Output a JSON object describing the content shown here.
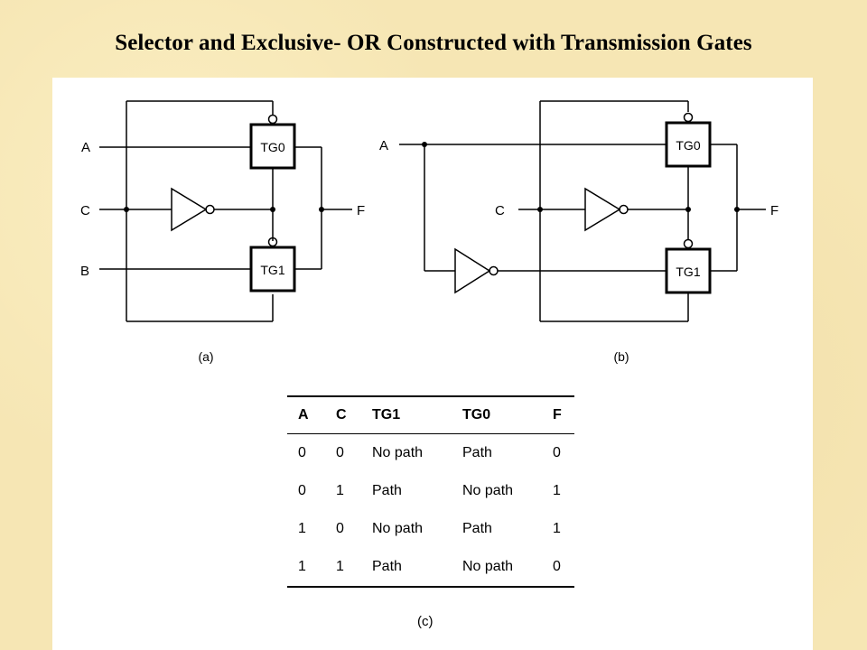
{
  "title": "Selector and Exclusive- OR Constructed with Transmission Gates",
  "diagram_a": {
    "input_a": "A",
    "input_c": "C",
    "input_b": "B",
    "output_f": "F",
    "gate_top": "TG0",
    "gate_bottom": "TG1",
    "caption": "(a)"
  },
  "diagram_b": {
    "input_a": "A",
    "input_c": "C",
    "output_f": "F",
    "gate_top": "TG0",
    "gate_bottom": "TG1",
    "caption": "(b)"
  },
  "table": {
    "caption": "(c)",
    "headers": [
      "A",
      "C",
      "TG1",
      "TG0",
      "F"
    ],
    "rows": [
      [
        "0",
        "0",
        "No path",
        "Path",
        "0"
      ],
      [
        "0",
        "1",
        "Path",
        "No path",
        "1"
      ],
      [
        "1",
        "0",
        "No path",
        "Path",
        "1"
      ],
      [
        "1",
        "1",
        "Path",
        "No path",
        "0"
      ]
    ]
  }
}
